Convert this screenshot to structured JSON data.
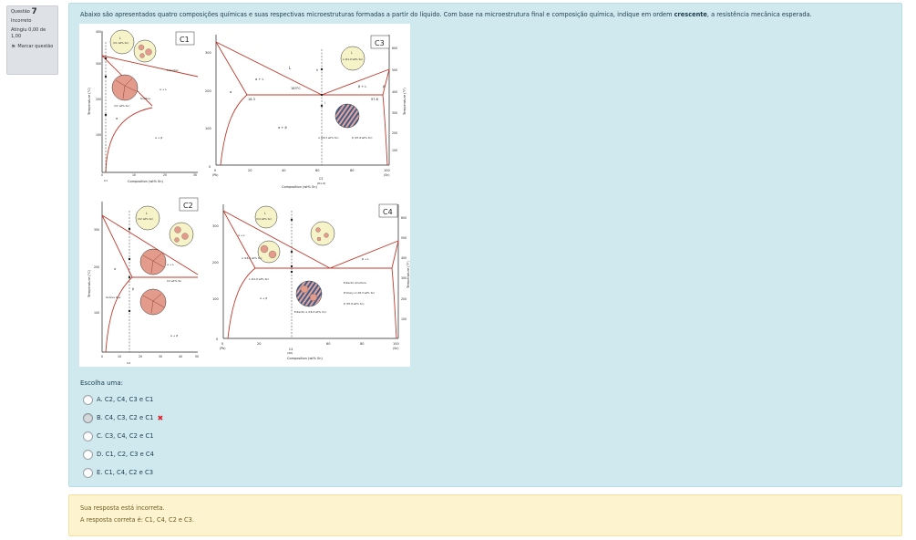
{
  "question_info": {
    "label": "Questão",
    "number": "7",
    "status": "Incorreto",
    "grade": "Atingiu 0,00 de 1,00",
    "flag_label": "Marcar questão"
  },
  "question": {
    "text_before": "Abaixo são apresentados quatro composições químicas e suas respectivas microestruturas formadas a partir do líquido. Com base na microestrutura final e composição química, indique em ordem ",
    "text_bold": "crescente",
    "text_after": ", a resistência mecânica esperada."
  },
  "figure": {
    "c1": {
      "tag": "C1",
      "y_axis": "Temperature (°C)",
      "x_axis": "Composition (wt% Sn)",
      "x_ticks": [
        "0",
        "10",
        "20",
        "30"
      ],
      "y_ticks": [
        "400",
        "300",
        "200",
        "100"
      ],
      "composition_label": "C1",
      "liquid_label": "L",
      "liquid_comp": "(C1 wt% Sn)",
      "liquidus_label": "Liquidus",
      "alpha_liquid": "α + L",
      "solidus_label": "Solidus",
      "alpha_comp": "(C1 wt% Sn)",
      "alpha_label": "α",
      "alpha_beta": "α + β"
    },
    "c3": {
      "tag": "C3",
      "y_axis_right": "Temperature (°F)",
      "x_axis": "Composition (wt% Sn)",
      "x_ticks": [
        "0",
        "20",
        "40",
        "60",
        "80",
        "100"
      ],
      "x_end_labels": [
        "(Pb)",
        "(Sn)"
      ],
      "y_ticks": [
        "300",
        "200",
        "100",
        "0"
      ],
      "y_ticks_right": [
        "600",
        "500",
        "400",
        "300",
        "200",
        "100"
      ],
      "eutectic_temp": "183°C",
      "comp_left": "18.3",
      "comp_right": "97.8",
      "liquid_label": "L",
      "liquid_comp": "L (61.9 wt% Sn)",
      "alpha_liquid": "α + L",
      "beta_liquid": "β + L",
      "alpha_label": "α",
      "beta_label": "β",
      "alpha_beta": "α + β",
      "alpha_comp": "α (18.3 wt% Sn)",
      "beta_comp": "β (97.8 wt% Sn)",
      "c3_label": "C3",
      "c3_value": "(61.9)",
      "point_h": "h",
      "point_i": "i"
    },
    "c2": {
      "tag": "C2",
      "y_axis": "Temperature (°C)",
      "x_ticks": [
        "0",
        "10",
        "20",
        "30",
        "40",
        "50"
      ],
      "y_ticks": [
        "300",
        "200",
        "100"
      ],
      "liquid_label": "L",
      "liquid_comp": "(C2 wt% Sn)",
      "alpha_liquid": "α + L",
      "alpha_comp": "C2 wt% Sn",
      "solvus_label": "Solvus line",
      "alpha_beta": "α + β",
      "alpha_label": "α",
      "beta_label": "β",
      "c2_label": "C2"
    },
    "c4": {
      "tag": "C4",
      "y_axis_right": "Temperature (°F)",
      "x_axis": "Composition (wt% Sn)",
      "x_ticks": [
        "0",
        "20",
        "60",
        "80",
        "100"
      ],
      "x_end_labels": [
        "(Pb)",
        "(Sn)"
      ],
      "y_ticks": [
        "300",
        "200",
        "100",
        "0"
      ],
      "y_ticks_right": [
        "600",
        "500",
        "400",
        "300",
        "200",
        "100"
      ],
      "liquid_label": "L",
      "liquid_comp": "(C4 wt% Sn)",
      "alpha_liquid": "α + L",
      "beta_liquid": "β + L",
      "alpha_comp": "α (18.3 wt% Sn)",
      "liquid_61": "L (61.9 wt% Sn)",
      "eutectic_structure": "Eutectic structure",
      "primary_alpha": "Primary α (18.3 wt% Sn)",
      "eutectic_beta": "β (97.8 wt% Sn)",
      "eutectic_alpha": "Eutectic α (18.3 wt% Sn)",
      "alpha_beta": "α + β",
      "c4_label": "C4",
      "c4_value": "(40)"
    }
  },
  "answer": {
    "prompt": "Escolha uma:",
    "options": [
      {
        "letter": "A.",
        "text": "C2, C4, C3 e C1"
      },
      {
        "letter": "B.",
        "text": "C4, C3, C2 e C1"
      },
      {
        "letter": "C.",
        "text": "C3, C4, C2 e C1"
      },
      {
        "letter": "D.",
        "text": "C1, C2, C3 e C4"
      },
      {
        "letter": "E.",
        "text": "C1, C4, C2 e C3"
      }
    ],
    "selected_index": 1
  },
  "feedback": {
    "status": "Sua resposta está incorreta.",
    "correct": "A resposta correta é: C1, C4, C2 e C3."
  },
  "colors": {
    "question_bg": "#cfe9ef",
    "feedback_bg": "#fdf4cf",
    "curve": "#c0392b",
    "grain": "#e39b8b",
    "liquid": "#f7f3c8",
    "incorrect": "#d9232d"
  }
}
